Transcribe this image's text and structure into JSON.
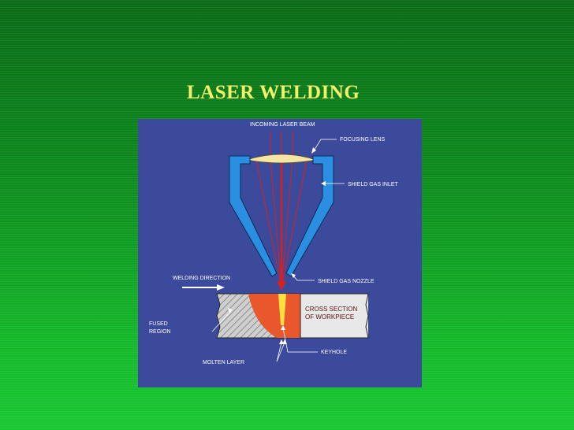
{
  "slide": {
    "title": "LASER WELDING"
  },
  "diagram": {
    "labels": {
      "incoming_beam": "INCOMING LASER BEAM",
      "focusing_lens": "FOCUSING LENS",
      "shield_gas_inlet": "SHIELD GAS INLET",
      "welding_direction": "WELDING DIRECTION",
      "shield_gas_nozzle": "SHIELD GAS NOZZLE",
      "cross_section_1": "CROSS SECTION",
      "cross_section_2": "OF WORKPIECE",
      "fused_1": "FUSED",
      "fused_2": "REGION",
      "keyhole": "KEYHOLE",
      "molten_layer": "MOLTEN LAYER"
    },
    "colors": {
      "panel": "#3c4a9c",
      "nozzle": "#2a8fe0",
      "beam": "#d82020",
      "fused": "#e8582c",
      "keyhole": "#ffe040",
      "lens": "#f6e6a6",
      "workpiece": "#c8c8c8",
      "title": "#f4f06a",
      "background": "#0c8a1c"
    }
  }
}
